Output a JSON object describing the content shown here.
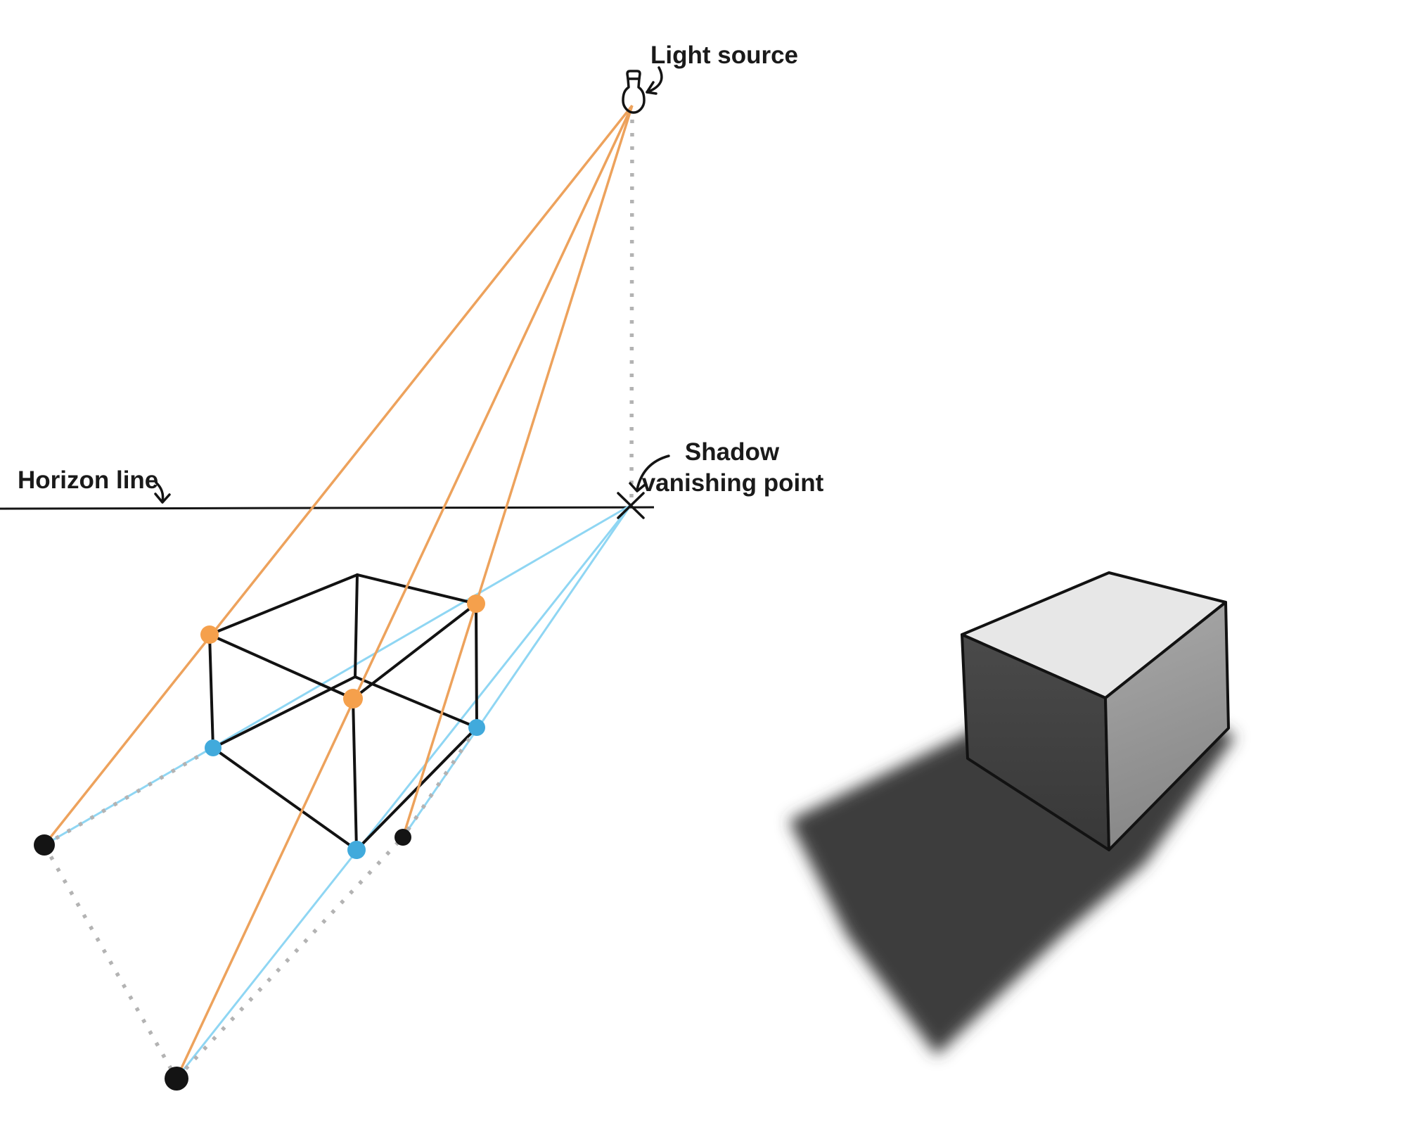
{
  "labels": {
    "light_source": "Light source",
    "horizon_line": "Horizon line",
    "shadow_vp_line1": "Shadow",
    "shadow_vp_line2": "vanishing point"
  },
  "colors": {
    "light_ray_orange": "#eda25c",
    "orange_corner_dot": "#f5a04c",
    "ground_ray_blue": "#8fd6f3",
    "blue_corner_dot": "#41aadc",
    "dotted_guide_gray": "#b3b3b3",
    "ink_black": "#141414",
    "box_top_face": "#e7e7e7",
    "box_front_face": "#424242",
    "box_right_face": "#9d9d9d",
    "cast_shadow": "#3e3e3e"
  }
}
